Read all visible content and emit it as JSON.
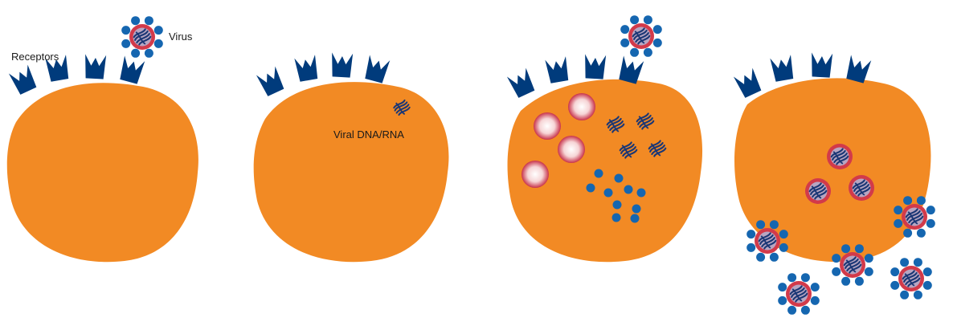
{
  "labels": {
    "receptors": "Receptors",
    "virus": "Virus",
    "viral_dna_rna": "Viral DNA/RNA"
  },
  "colors": {
    "cell": "#F28A24",
    "receptor": "#003B7C",
    "virus_spike": "#1566B0",
    "virus_ring": "#D23A4A",
    "virus_core": "#B8A6C2",
    "genome": "#1B3775",
    "capsid_center": "#FFFFFF",
    "capsid_edge": "#C8324A"
  },
  "icons": {
    "virus": "virus-icon",
    "receptor": "receptor-icon",
    "genome": "viral-genome-icon",
    "capsid": "capsid-icon",
    "protein": "viral-protein-dot"
  }
}
